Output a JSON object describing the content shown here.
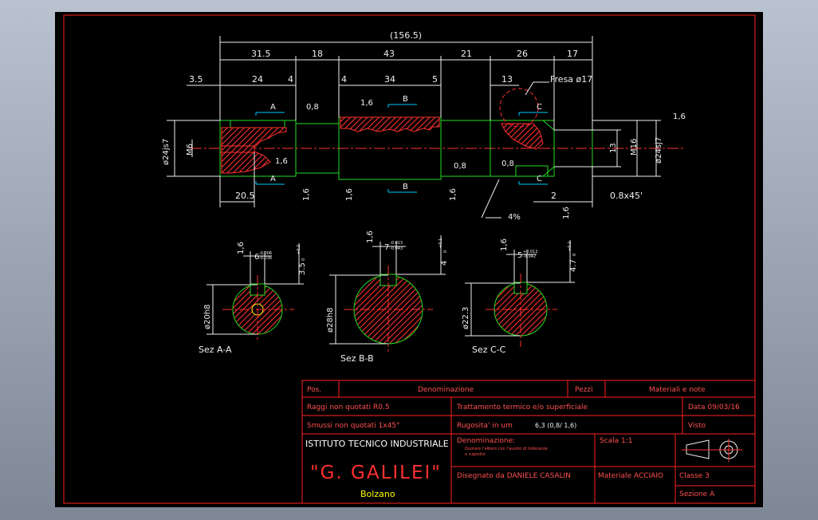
{
  "colors": {
    "frame": "#ff2020",
    "geometry": "#22dd22",
    "dims": "#f0f0f0",
    "section": "#ff3030",
    "axis": "#ff3030",
    "arrows": "#00c8ff",
    "text": "#f0f0f0",
    "titleblock_text": "#ff5050",
    "institute_text": "#ffffff",
    "galilei_text": "#ff3030",
    "city_text": "#ffff00"
  },
  "dims": {
    "overall": "(156.5)",
    "seg1": "31.5",
    "seg2": "18",
    "seg3": "43",
    "seg4": "21",
    "seg5": "26",
    "seg6": "17",
    "d3_5": "3.5",
    "d24": "24",
    "d4a": "4",
    "d4b": "4",
    "d34": "34",
    "d5": "5",
    "d13": "13",
    "fresa": "Fresa ø17",
    "left_dia": "ø24js7",
    "m6": "M6",
    "m16": "M16",
    "thirteen": "13",
    "right_dia": "ø24sj7",
    "d20_5": "20.5",
    "d2": "2",
    "chamfer": "0.8x45'",
    "taper": "4%",
    "rough_08": "0,8",
    "rough_16": "1,6"
  },
  "section_marks": {
    "a": "A",
    "b": "B",
    "c": "C"
  },
  "sections": {
    "aa": {
      "label": "Sez A-A",
      "dia": "ø20h8",
      "key": "6",
      "key_tol_hi": "-0.006",
      "key_tol_lo": "-0.036",
      "depth": "3.5",
      "depth_tol": "+0.2",
      "depth_tol2": "0",
      "rough": "1,6"
    },
    "bb": {
      "label": "Sez B-B",
      "dia": "ø28h8",
      "key": "7",
      "key_tol_hi": "-0.013",
      "key_tol_lo": "-0.043",
      "depth": "4",
      "depth_tol": "+0.1",
      "depth_tol2": "0",
      "rough": "1,6"
    },
    "cc": {
      "label": "Sez C-C",
      "dia": "ø22.3",
      "key": "5",
      "key_tol_hi": "+0.012",
      "key_tol_lo": "-0.042",
      "depth": "4.7",
      "depth_tol": "+0.2",
      "depth_tol2": "0",
      "rough": "1,6"
    }
  },
  "title_block": {
    "pos": "Pos.",
    "denominazione": "Denominazione",
    "pezzi": "Pezzi",
    "materiali": "Materiali e note",
    "raggi": "Raggi non quotati   R0.5",
    "trattamento": "Trattamento termico e/o superficiale",
    "data": "Data 09/03/16",
    "smussi": "Smussi non quotati  1x45°",
    "rugosita": "Rugosita' in um",
    "rugosita_vals": "6,3 (0,8/ 1,6)",
    "visto": "Visto",
    "istituto": "ISTITUTO TECNICO INDUSTRIALE",
    "galilei": "\"G. GALILEI\"",
    "citta": "Bolzano",
    "denominazione_label": "Denominazione:",
    "denominazione_text1": "Quotare l'albero con l'ausilio di tolleranze",
    "denominazione_text2": "e rugosita'",
    "scala": "Scala 1:1",
    "disegnato": "Disegnato da  DANIELE CASALIN",
    "materiale": "Materiale  ACCIAIO",
    "classe": "Classe  3",
    "sezione": "Sezione  A"
  }
}
